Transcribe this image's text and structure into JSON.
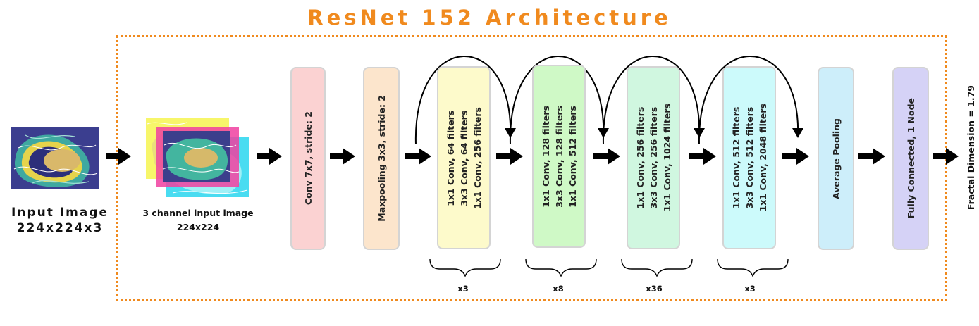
{
  "title": "ResNet 152 Architecture",
  "input_image_label": [
    "Input Image",
    "224x224x3"
  ],
  "channel_image_label": [
    "3 channel input image",
    "224x224"
  ],
  "layers": {
    "conv": {
      "lines": [
        "Conv 7x7, stride: 2"
      ],
      "color": "#fbd2d2"
    },
    "maxpool": {
      "lines": [
        "Maxpooling 3x3, stride: 2"
      ],
      "color": "#fce5cc"
    },
    "block1": {
      "lines": [
        "1x1 Conv, 64 filters",
        "3x3 Conv, 64 filters",
        "1x1 Conv, 256 filters"
      ],
      "color": "#fdfacb",
      "repeat": "x3"
    },
    "block2": {
      "lines": [
        "1x1 Conv, 128 filters",
        "3x3 Conv, 128 filters",
        "1x1 Conv, 512 filters"
      ],
      "color": "#cff9c6",
      "repeat": "x8"
    },
    "block3": {
      "lines": [
        "1x1 Conv, 256 filters",
        "3x3 Conv, 256 filters",
        "1x1 Conv, 1024 filters"
      ],
      "color": "#d0f7e0",
      "repeat": "x36"
    },
    "block4": {
      "lines": [
        "1x1 Conv, 512 filters",
        "3x3 Conv, 512 filters",
        "1x1 Conv, 2048 filters"
      ],
      "color": "#ccfafb",
      "repeat": "x3"
    },
    "avgpool": {
      "lines": [
        "Average Pooling"
      ],
      "color": "#cdeefa"
    },
    "fc": {
      "lines": [
        "Fully Connected, 1 Node"
      ],
      "color": "#d5d2f6"
    }
  },
  "output_label": "Fractal Dimension = 1.79",
  "colors": {
    "accent": "#f08a1e",
    "arrow": "#000000"
  },
  "icons": [
    "fractal-input-image",
    "stacked-channel-images",
    "arrow-right",
    "skip-connection-arc",
    "brace"
  ]
}
